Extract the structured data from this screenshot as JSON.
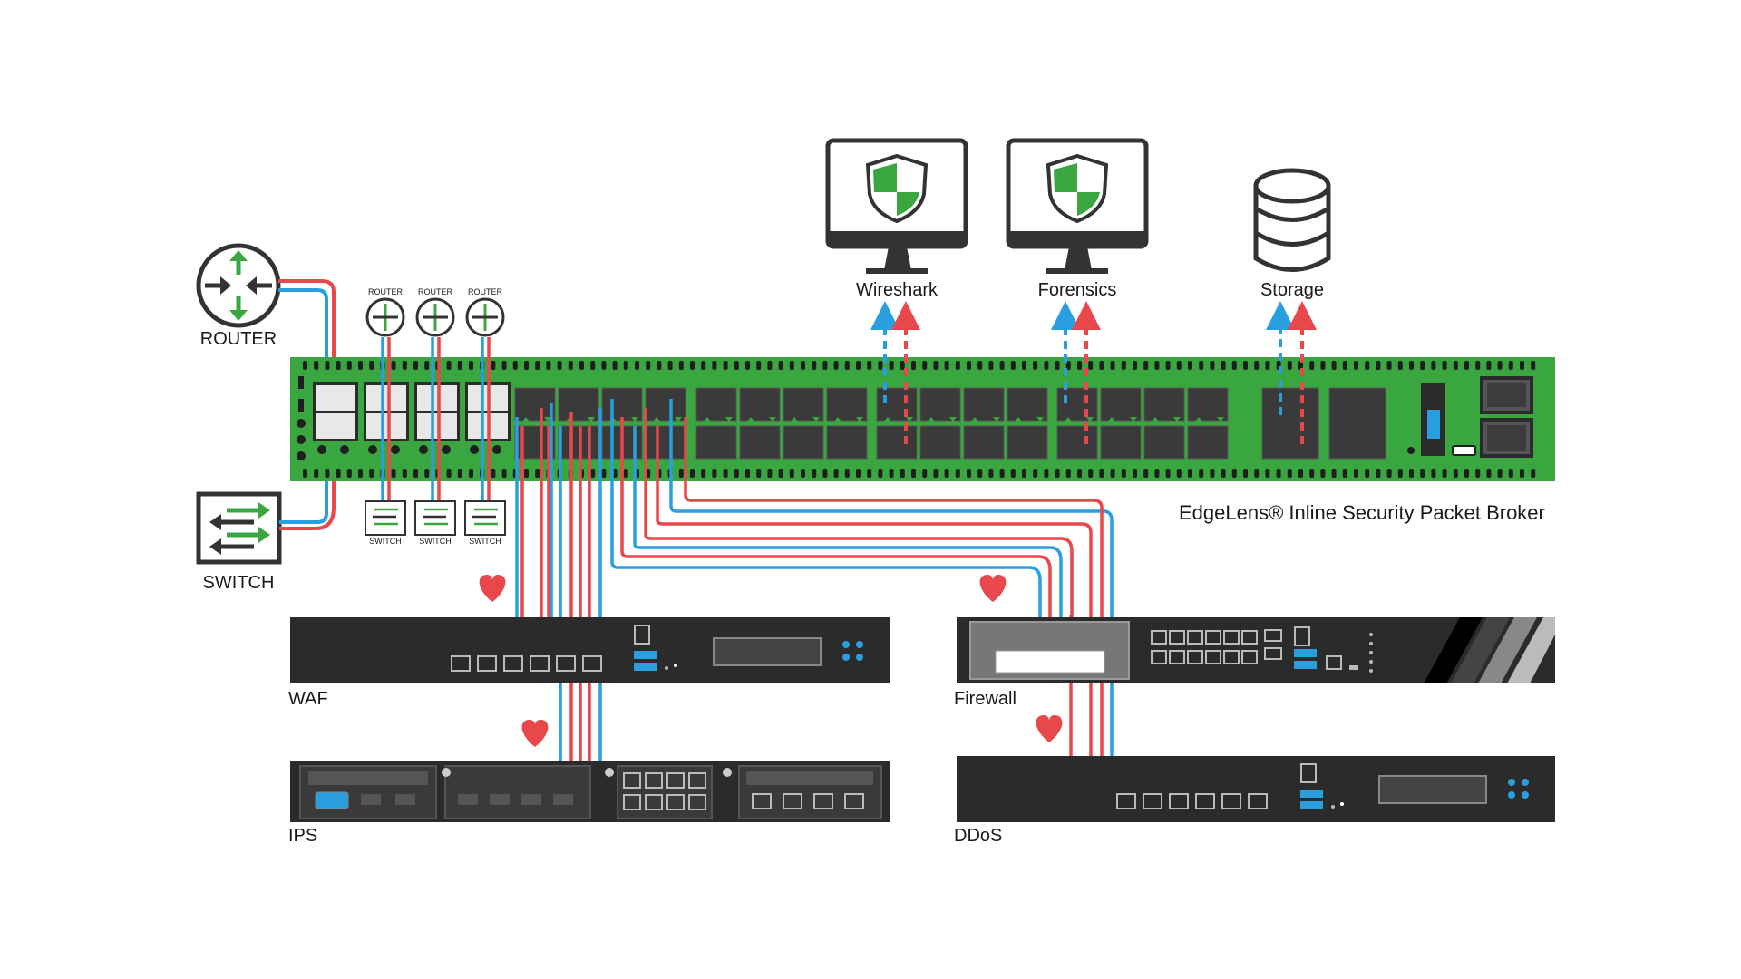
{
  "edge_devices": {
    "router": "ROUTER",
    "switch": "SWITCH"
  },
  "mini": {
    "routers": [
      "ROUTER",
      "ROUTER",
      "ROUTER"
    ],
    "switches": [
      "SWITCH",
      "SWITCH",
      "SWITCH"
    ]
  },
  "tools": {
    "wireshark": "Wireshark",
    "forensics": "Forensics",
    "storage": "Storage"
  },
  "broker": {
    "title": "EdgeLens® Inline Security Packet Broker"
  },
  "appliances": {
    "waf": "WAF",
    "ips": "IPS",
    "firewall": "Firewall",
    "ddos": "DDoS"
  },
  "colors": {
    "green": "#3aa63f",
    "dark": "#2b2b2b",
    "blue": "#2a9fe0",
    "red": "#e8474c",
    "heart": "#e8474c"
  }
}
